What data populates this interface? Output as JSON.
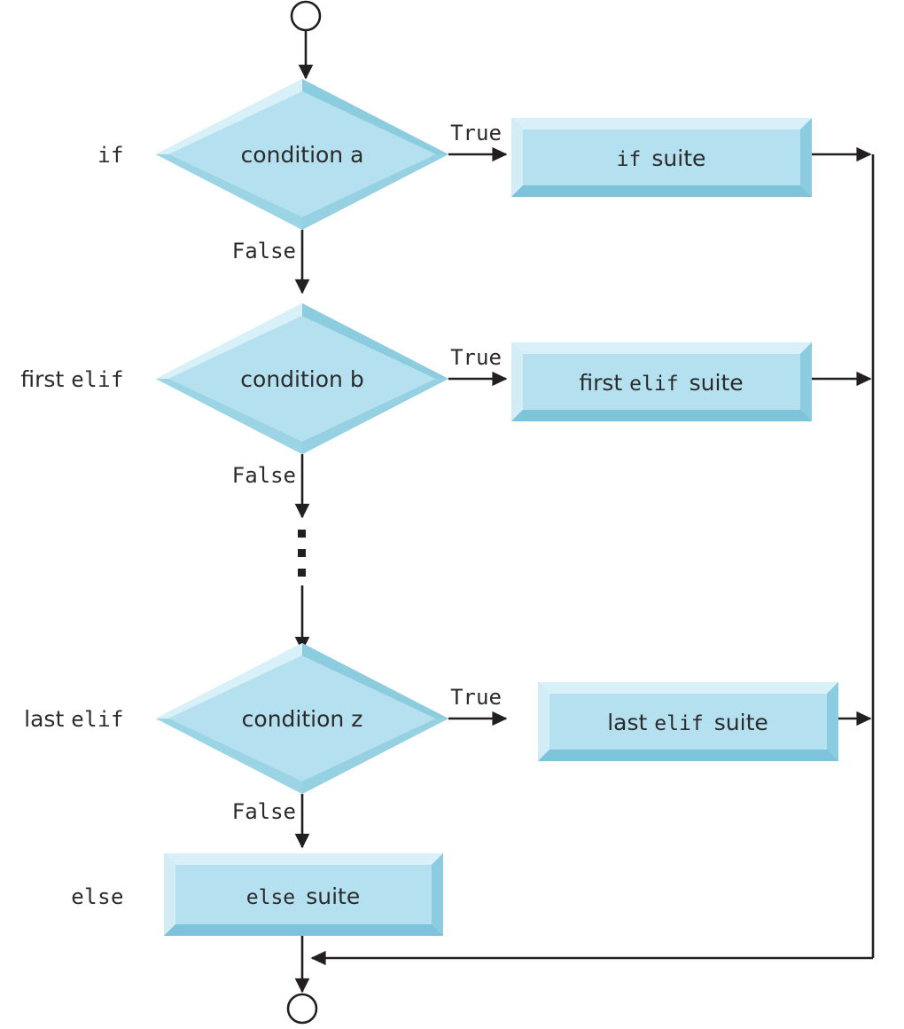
{
  "diagram": {
    "title": "Python if/elif/else selection flowchart",
    "colors": {
      "fill": "#b4e0ef",
      "bevel_light": "#d3edf6",
      "bevel_mid": "#c3e7f2",
      "bevel_dark": "#7dc4da",
      "bevel_shadow": "#96d1e3",
      "line": "#231f20",
      "background": "#ffffff",
      "text": "#2b2b2b"
    },
    "terminals": {
      "start_label": "start-terminator",
      "end_label": "end-terminator"
    },
    "rows": [
      {
        "side_label_plain": "",
        "side_label_mono": "if",
        "condition": "condition a",
        "true_label": "True",
        "false_label": "False",
        "suite_plain": "",
        "suite_mono": "if",
        "suite_suffix": "suite"
      },
      {
        "side_label_plain": "first ",
        "side_label_mono": "elif",
        "condition": "condition b",
        "true_label": "True",
        "false_label": "False",
        "suite_plain": "first ",
        "suite_mono": "elif",
        "suite_suffix": "suite"
      },
      {
        "side_label_plain": "last ",
        "side_label_mono": "elif",
        "condition": "condition z",
        "true_label": "True",
        "false_label": "False",
        "suite_plain": "last ",
        "suite_mono": "elif",
        "suite_suffix": "suite"
      }
    ],
    "else_row": {
      "side_label_mono": "else",
      "suite_mono": "else",
      "suite_suffix": "suite"
    },
    "ellipsis": {
      "label": "vertical-ellipsis",
      "dots": 3
    }
  }
}
